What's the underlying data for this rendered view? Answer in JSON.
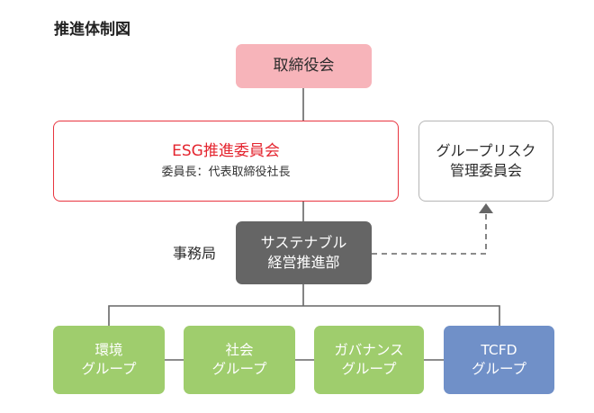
{
  "title": "推進体制図",
  "colors": {
    "board": "#f7b4ba",
    "esg_border": "#e8343f",
    "esg_text": "#e4252f",
    "secretariat_box": "#656565",
    "group_green": "#9fcd6d",
    "group_blue": "#7090c8",
    "connector": "#666666"
  },
  "nodes": {
    "board": {
      "label": "取締役会"
    },
    "esg_committee": {
      "label": "ESG推進委員会",
      "chair": "委員長：代表取締役社長"
    },
    "group_risk_committee": {
      "line1": "グループリスク",
      "line2": "管理委員会"
    },
    "secretariat_label": "事務局",
    "sustainability_dept": {
      "line1": "サステナブル",
      "line2": "経営推進部"
    },
    "groups": [
      {
        "line1": "環境",
        "line2": "グループ",
        "color": "green"
      },
      {
        "line1": "社会",
        "line2": "グループ",
        "color": "green"
      },
      {
        "line1": "ガバナンス",
        "line2": "グループ",
        "color": "green"
      },
      {
        "line1": "TCFD",
        "line2": "グループ",
        "color": "blue"
      }
    ]
  },
  "edges": [
    {
      "from": "board",
      "to": "esg_committee",
      "style": "solid"
    },
    {
      "from": "esg_committee",
      "to": "sustainability_dept",
      "style": "solid"
    },
    {
      "from": "sustainability_dept",
      "to": "group_risk_committee",
      "style": "dashed-arrow"
    },
    {
      "from": "sustainability_dept",
      "to": "groups",
      "style": "solid"
    }
  ]
}
